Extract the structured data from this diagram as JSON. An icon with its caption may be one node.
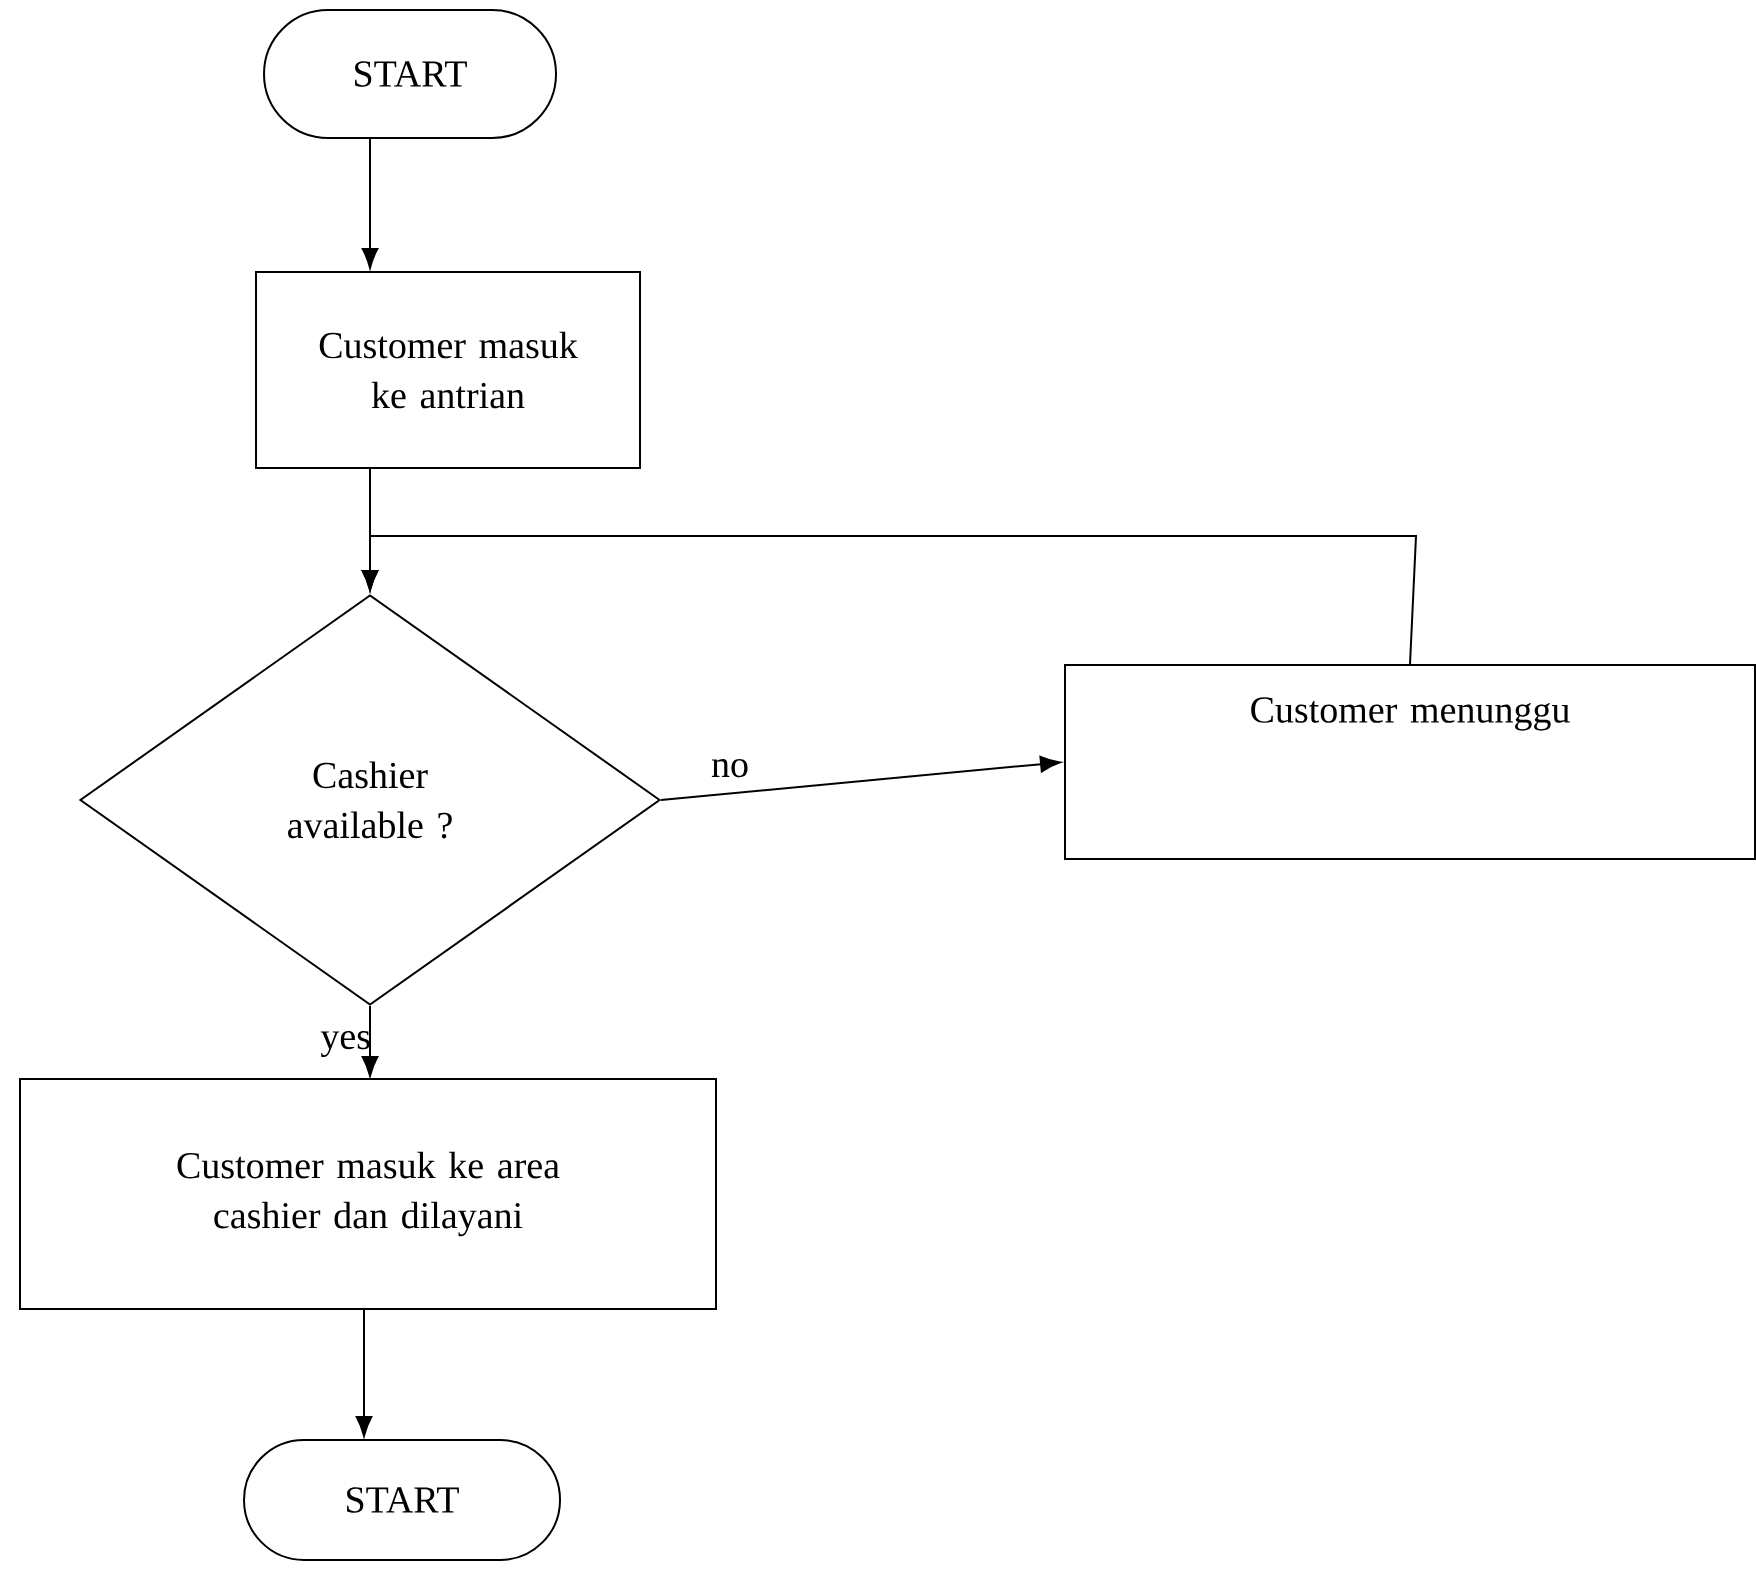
{
  "diagram": {
    "nodes": [
      {
        "text": [
          "START"
        ]
      },
      {
        "text": [
          "Customer masuk ke antrian"
        ]
      },
      {
        "text": [
          "Cashier available ?"
        ]
      },
      {
        "text": [
          "Customer menunggu"
        ]
      },
      {
        "text": [
          "Customer masuk ke area cashier dan dilayani"
        ]
      },
      {
        "text": [
          "START"
        ]
      }
    ],
    "edges": [
      {
        "from": 0,
        "to": 1,
        "arrow": "to"
      },
      {
        "from": 1,
        "to": 2,
        "arrow": "to"
      },
      {
        "from": 2,
        "to": 3,
        "arrow": "to",
        "label": "no"
      },
      {
        "from": 3,
        "to": 2,
        "arrow": "to"
      },
      {
        "from": 2,
        "to": 4,
        "arrow": "to",
        "label": "yes"
      },
      {
        "from": 4,
        "to": 5,
        "arrow": "to"
      }
    ]
  }
}
